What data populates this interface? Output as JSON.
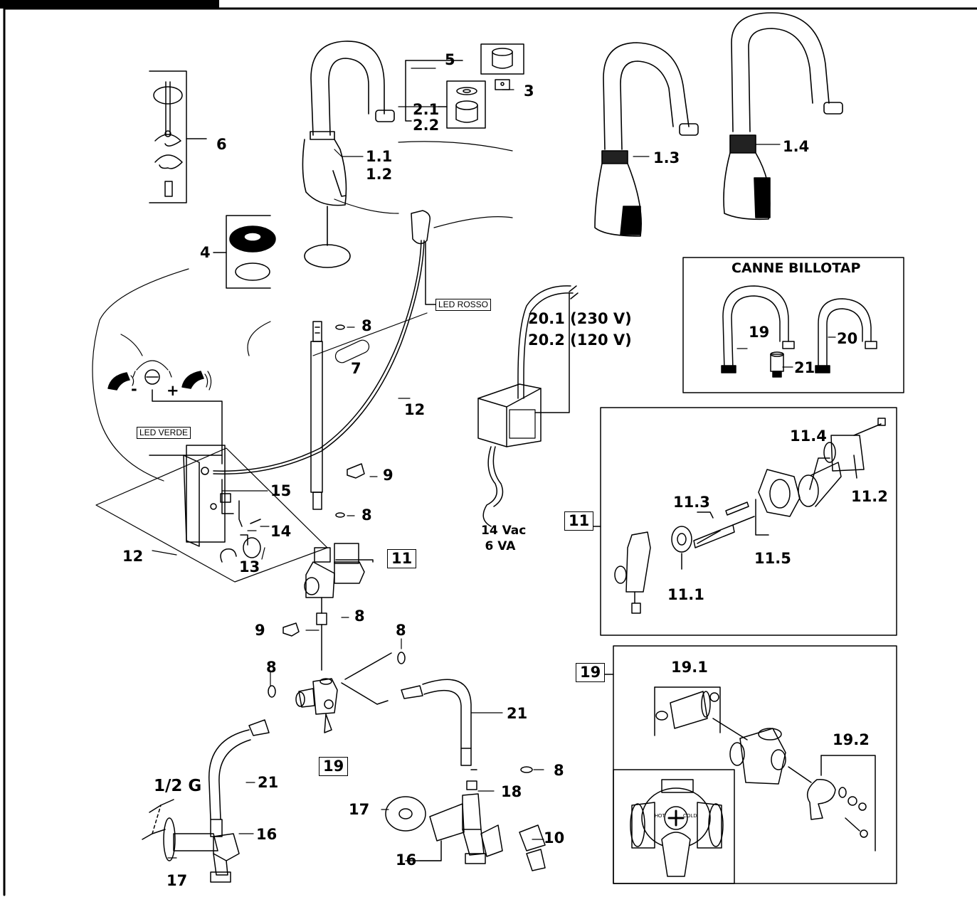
{
  "labels": {
    "l_5": "5",
    "l_3": "3",
    "l_2_1": "2.1",
    "l_2_2": "2.2",
    "l_6": "6",
    "l_1_1": "1.1",
    "l_1_2": "1.2",
    "l_1_3": "1.3",
    "l_1_4": "1.4",
    "l_4": "4",
    "led_rosso": "LED ROSSO",
    "l_8a": "8",
    "l_7": "7",
    "l_12a": "12",
    "power_1": "20.1 (230 V)",
    "power_2": "20.2 (120 V)",
    "canne_title": "CANNE BILLOTAP",
    "l_19a": "19",
    "l_20": "20",
    "l_21a": "21",
    "led_verde": "LED VERDE",
    "l_15": "15",
    "l_14": "14",
    "l_13": "13",
    "l_12b": "12",
    "l_9a": "9",
    "l_8b": "8",
    "l_11_box": "11",
    "l_8c": "8",
    "l_9b": "9",
    "vac_1": "14 Vac",
    "vac_2": "6 VA",
    "l_11_4": "11.4",
    "l_11_2": "11.2",
    "l_11_3": "11.3",
    "l_11_box2": "11",
    "l_11_5": "11.5",
    "l_11_1": "11.1",
    "l_8d": "8",
    "l_8e": "8",
    "l_21b": "21",
    "l_19_box": "19",
    "l_19_box2": "19",
    "l_19_1": "19.1",
    "l_19_2": "19.2",
    "l_8f": "8",
    "l_18": "18",
    "l_17a": "17",
    "l_10": "10",
    "l_16a": "16",
    "half_g": "1/2 G",
    "l_21c": "21",
    "l_16b": "16",
    "l_17b": "17",
    "minus": "-",
    "plus": "+",
    "hot": "HOT",
    "cold": "COLD"
  }
}
